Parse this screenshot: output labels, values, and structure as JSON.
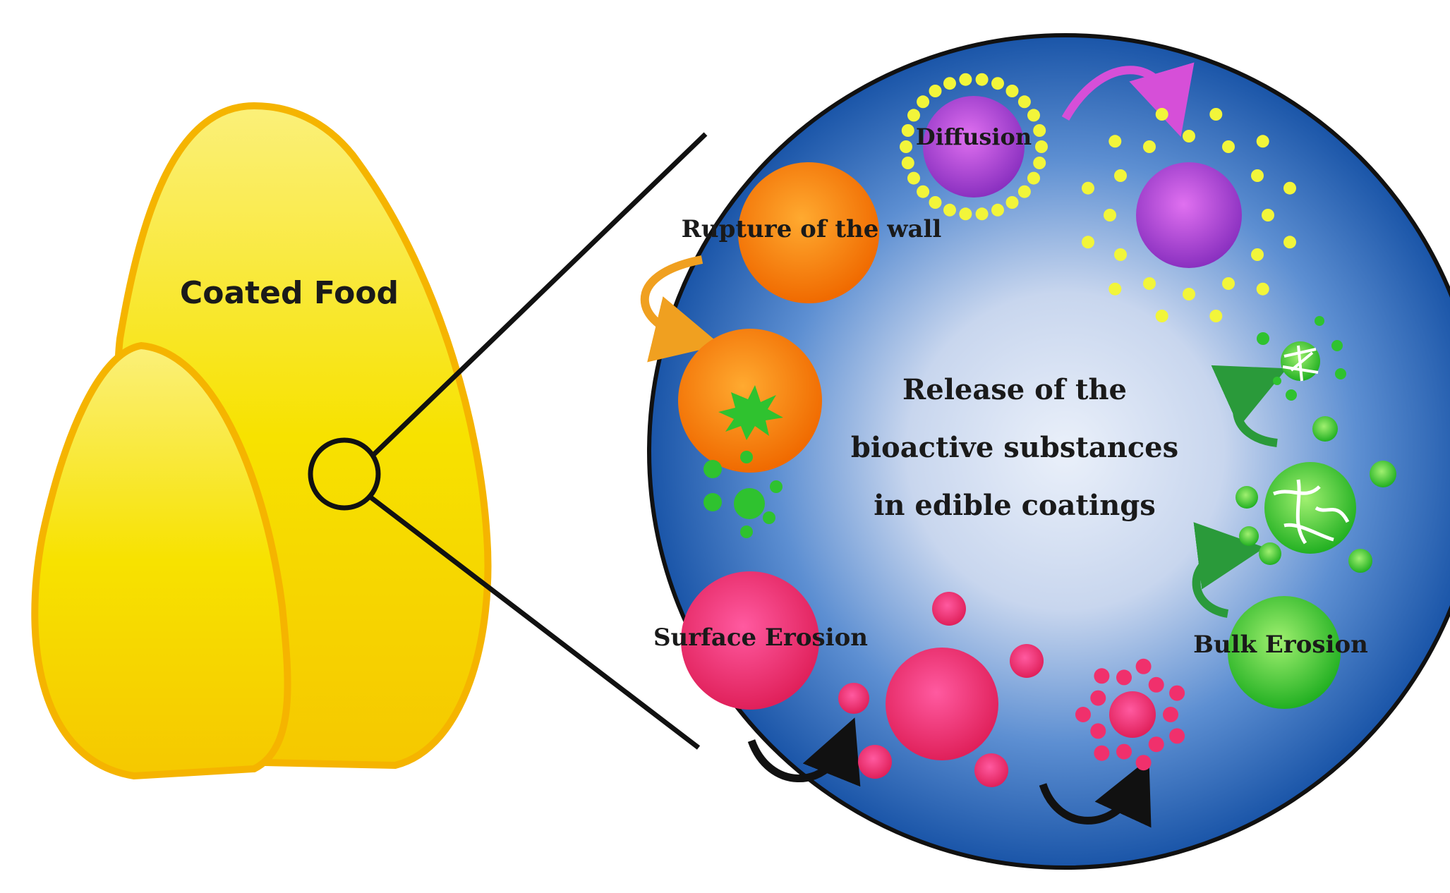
{
  "food": {
    "label": "Coated Food"
  },
  "center": {
    "line1": "Release of the",
    "line2": "bioactive substances",
    "line3": "in edible coatings"
  },
  "mechanisms": {
    "diffusion": "Diffusion",
    "rupture": "Rupture of the wall",
    "surface_erosion": "Surface Erosion",
    "bulk_erosion": "Bulk Erosion"
  },
  "colors": {
    "food_fill": "#f9e000",
    "food_stroke": "#f5b400",
    "circle_outer": "#1f5fb0",
    "circle_inner": "#e8eef8",
    "diffusion": "#9b3fd0",
    "dots_yellow": "#f2f53a",
    "rupture": "#ff7a00",
    "green": "#2fc22f",
    "pink": "#f0306c",
    "arrow_magenta": "#d64fd8",
    "arrow_orange": "#f0a020",
    "arrow_green": "#2a9a3a",
    "arrow_black": "#111111"
  }
}
